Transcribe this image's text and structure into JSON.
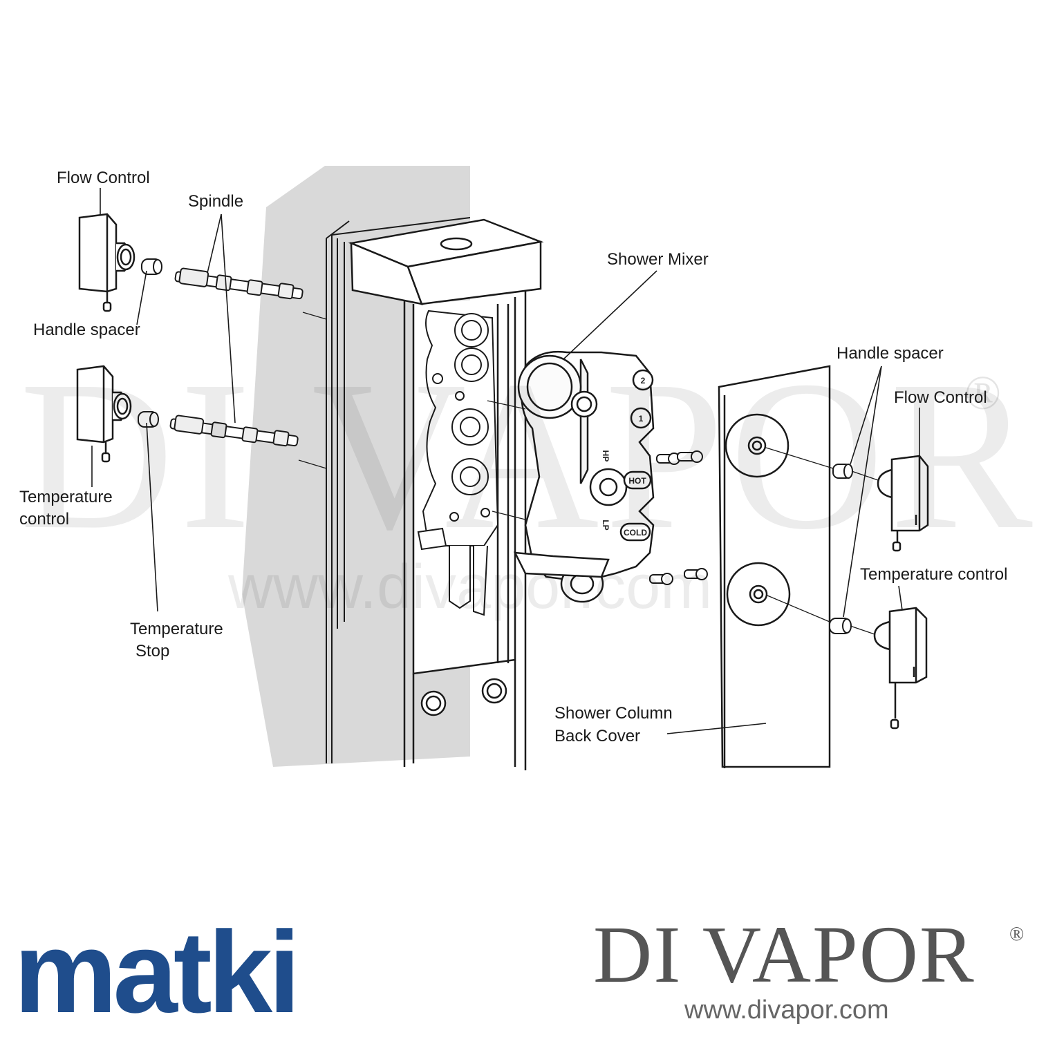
{
  "labels": {
    "flow_control_left": "Flow Control",
    "spindle": "Spindle",
    "handle_spacer_left": "Handle spacer",
    "temperature_control_left_1": "Temperature",
    "temperature_control_left_2": "control",
    "temperature_stop_1": "Temperature",
    "temperature_stop_2": "Stop",
    "shower_mixer": "Shower Mixer",
    "handle_spacer_right": "Handle spacer",
    "flow_control_right": "Flow Control",
    "temperature_control_right": "Temperature control",
    "back_cover_1": "Shower Column",
    "back_cover_2": "Back Cover"
  },
  "mixer_markings": {
    "hot": "HOT",
    "cold": "COLD",
    "hp": "HP",
    "lp": "LP",
    "outlet_1": "1",
    "outlet_2": "2"
  },
  "watermark": {
    "brand": "DI VAPOR",
    "reg": "®",
    "url": "www.divapor.com"
  },
  "logos": {
    "matki": "matki",
    "divapor": "DI VAPOR",
    "divapor_reg": "®",
    "divapor_url": "www.divapor.com"
  },
  "colors": {
    "matki_blue": "#1f4d8c",
    "wall_grey": "#d9d9d9",
    "line": "#1a1a1a"
  }
}
